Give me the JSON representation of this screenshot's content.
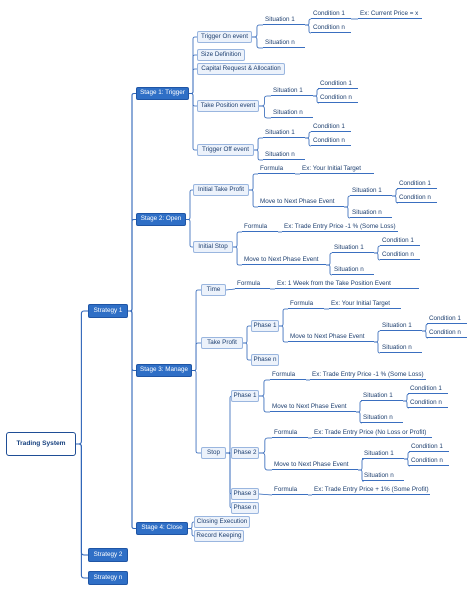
{
  "mindmap": {
    "root": "Trading System",
    "strategies": [
      "Strategy 1",
      "Strategy 2",
      "Strategy n"
    ],
    "stages": {
      "trigger": {
        "label": "Stage 1: Trigger",
        "trigger_on_event": "Trigger On event",
        "size_definition": "Size Definition",
        "capital_allocation": "Capital Request & Allocation",
        "take_position_event": "Take Position event",
        "trigger_off_event": "Trigger Off event"
      },
      "open": {
        "label": "Stage 2: Open",
        "initial_take_profit": "Initial Take Profit",
        "initial_stop": "Initial Stop"
      },
      "manage": {
        "label": "Stage 3: Manage",
        "time": "Time",
        "take_profit": "Take Profit",
        "stop": "Stop",
        "phase_1": "Phase 1",
        "phase_2": "Phase 2",
        "phase_3": "Phase 3",
        "phase_n": "Phase n"
      },
      "close": {
        "label": "Stage 4: Close",
        "closing_execution": "Closing Execution",
        "record_keeping": "Record Keeping"
      }
    },
    "labels": {
      "situation_1": "Situation 1",
      "situation_n": "Situation n",
      "condition_1": "Condition 1",
      "condition_n": "Condition n",
      "formula": "Formula",
      "move_next_phase": "Move to Next Phase Event",
      "ex_current_price": "Ex: Current Price = x",
      "ex_initial_target": "Ex: Your Initial Target",
      "ex_entry_minus_1": "Ex: Trade Entry Price -1 % (Some Loss)",
      "ex_1_week": "Ex: 1 Week from the Take Position Event",
      "ex_entry_price": "Ex: Trade Entry Price (No Loss or Profit)",
      "ex_entry_plus_1": "Ex: Trade Entry Price + 1% (Some Profit)"
    }
  }
}
